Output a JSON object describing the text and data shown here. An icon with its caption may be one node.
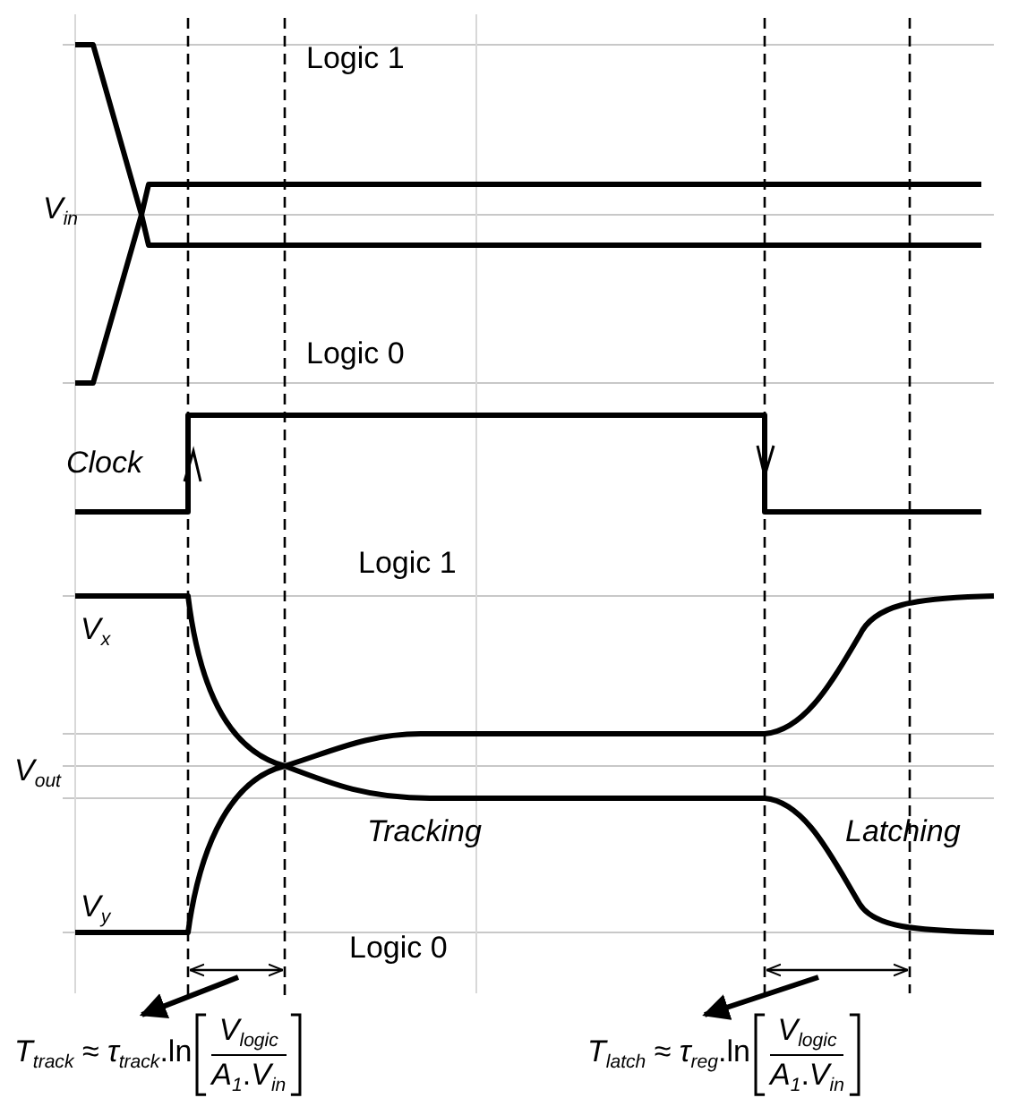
{
  "diagram": {
    "nodes": [
      {
        "text": [
          "*T*$_{track}$ ≈ *τ*$_{track}$.ln",
          "*V*$_{logic}$",
          "*A*$_{1}$.*V*$_{in}$"
        ]
      },
      {
        "text": [
          "*T*$_{latch}$ ≈ *τ*$_{reg}$.ln",
          "*V*$_{logic}$",
          "*A*$_{1}$.*V*$_{in}$"
        ]
      }
    ],
    "edges": [
      {
        "from": null,
        "to": 0,
        "arrow": "to"
      },
      {
        "from": null,
        "to": 1,
        "arrow": "to"
      }
    ],
    "labels": [
      "Logic 1",
      "V$_{in}$",
      "Logic 0",
      "Clock",
      "Logic 1",
      "V$_{x}$",
      "V$_{out}$",
      "Tracking",
      "Latching",
      "V$_{y}$",
      "Logic 0"
    ]
  }
}
